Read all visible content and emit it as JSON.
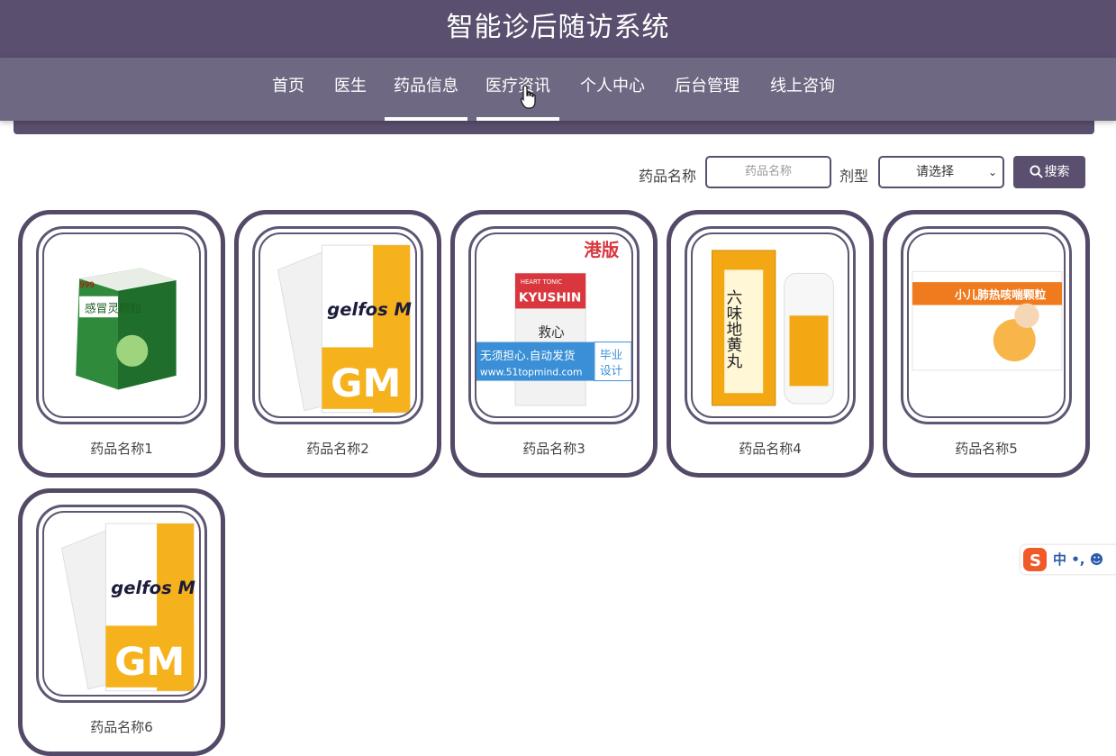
{
  "header": {
    "title": "智能诊后随访系统"
  },
  "nav": {
    "items": [
      "首页",
      "医生",
      "药品信息",
      "医疗资讯",
      "个人中心",
      "后台管理",
      "线上咨询"
    ]
  },
  "search": {
    "name_label": "药品名称",
    "name_placeholder": "药品名称",
    "type_label": "剂型",
    "type_selected": "请选择",
    "button_label": "搜索"
  },
  "products": [
    {
      "name": "药品名称1",
      "box_text": "感冒灵颗粒",
      "brand": "999"
    },
    {
      "name": "药品名称2",
      "box_text": "gelfos M",
      "box_sub": "GM"
    },
    {
      "name": "药品名称3",
      "box_text": "KYUSHIN",
      "box_top": "HEART TONIC",
      "badge": "港版",
      "box_cn": "救心",
      "watermark_line1": "无须担心.自动发货",
      "watermark_line2": "www.51topmind.com",
      "watermark_tag1": "毕业",
      "watermark_tag2": "设计"
    },
    {
      "name": "药品名称4",
      "box_text": "六味地黄丸"
    },
    {
      "name": "药品名称5",
      "box_text": "小儿肺热咳喘颗粒"
    },
    {
      "name": "药品名称6",
      "box_text": "gelfos M",
      "box_sub": "GM"
    }
  ],
  "ime": {
    "text": "中 •, ☻",
    "icon": "sogou-s-icon"
  },
  "colors": {
    "primary": "#5a4f6e",
    "nav": "#6e6882"
  }
}
